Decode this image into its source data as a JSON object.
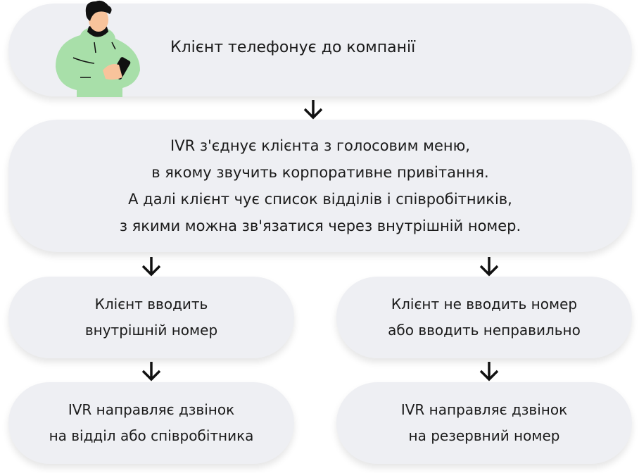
{
  "steps": {
    "call": {
      "text": "Клієнт телефонує до компанії"
    },
    "ivr_menu": {
      "lines": [
        "IVR з'єднує клієнта з голосовим меню,",
        "в якому звучить корпоративне привітання.",
        "А далі клієнт чує список відділів і співробітників,",
        "з якими можна зв'язатися через внутрішній номер."
      ]
    },
    "enters_ext": {
      "lines": [
        "Клієнт вводить",
        "внутрішній номер"
      ]
    },
    "no_ext": {
      "lines": [
        "Клієнт не вводить номер",
        "або вводить неправильно"
      ]
    },
    "route_ext": {
      "lines": [
        "IVR направляє дзвінок",
        "на відділ або співробітника"
      ]
    },
    "route_backup": {
      "lines": [
        "IVR направляє дзвінок",
        "на резервний номер"
      ]
    }
  },
  "colors": {
    "box": "#eeeff3",
    "hoodie": "#a8dfa9",
    "arrow": "#111111"
  }
}
